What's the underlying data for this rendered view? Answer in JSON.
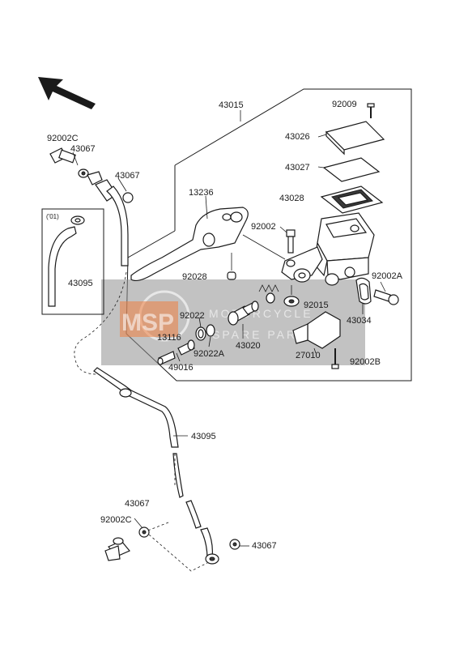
{
  "labels": {
    "p43015": "43015",
    "p92009": "92009",
    "p43026": "43026",
    "p43027": "43027",
    "p43028": "43028",
    "p92002": "92002",
    "p92002A": "92002A",
    "p13236": "13236",
    "p92028": "92028",
    "p92015": "92015",
    "p43034": "43034",
    "p92022": "92022",
    "p13116": "13116",
    "p92022A": "92022A",
    "p43020": "43020",
    "p49016": "49016",
    "p27010": "27010",
    "p92002B": "92002B",
    "p92002C_top": "92002C",
    "p43067_top1": "43067",
    "p43067_top2": "43067",
    "p43095_inset": "43095",
    "p43095_main": "43095",
    "p43067_bot1": "43067",
    "p92002C_bot": "92002C",
    "p43067_bot2": "43067",
    "inset_year": "('01)"
  },
  "watermark": {
    "brand": "MSP",
    "line1": "MOTORCYCLE",
    "line2": "SPARE PARTS"
  },
  "colors": {
    "line": "#1a1a1a",
    "watermark_box": "#9a9a9a",
    "watermark_logo": "#f08040"
  },
  "icons": {
    "direction": "front-arrow-icon"
  }
}
